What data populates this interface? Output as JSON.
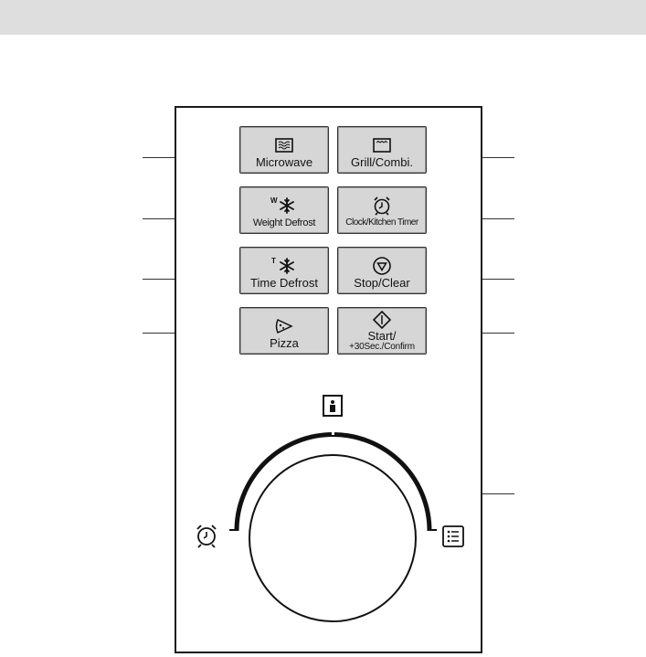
{
  "buttons": {
    "microwave": {
      "label": "Microwave",
      "icon": "microwave-icon"
    },
    "grill_combi": {
      "label": "Grill/Combi.",
      "icon": "grill-icon"
    },
    "weight_defrost": {
      "label": "Weight Defrost",
      "icon": "snowflake-icon",
      "superscript": "W"
    },
    "clock_timer": {
      "label": "Clock/Kitchen Timer",
      "icon": "alarm-clock-icon"
    },
    "time_defrost": {
      "label": "Time Defrost",
      "icon": "snowflake-icon",
      "superscript": "T"
    },
    "stop_clear": {
      "label": "Stop/Clear",
      "icon": "stop-triangle-icon"
    },
    "pizza": {
      "label": "Pizza",
      "icon": "pizza-icon"
    },
    "start": {
      "label": "Start/",
      "sublabel": "+30Sec./Confirm",
      "icon": "start-diamond-icon"
    }
  },
  "dial": {
    "top_icon": "weight-icon",
    "left_icon": "alarm-clock-icon",
    "right_icon": "program-list-icon"
  },
  "colors": {
    "button_fill": "#d6d6d6",
    "outline": "#1a1a1a",
    "header_bar": "#dedede"
  }
}
